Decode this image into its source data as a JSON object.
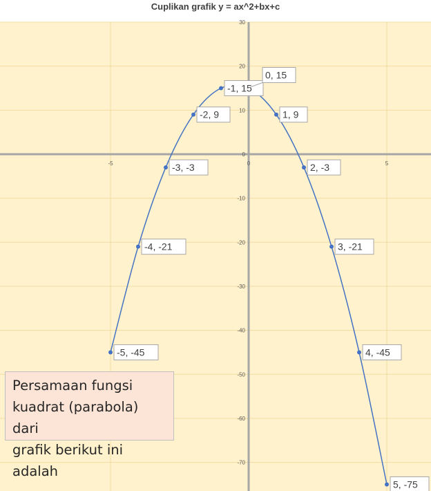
{
  "chart_data": {
    "type": "line",
    "title": "Cuplikan grafik y = ax^2+bx+c",
    "xlabel": "",
    "ylabel": "",
    "xlim": [
      -9,
      6.6
    ],
    "ylim": [
      -76.5,
      30
    ],
    "x_ticks": [
      -5,
      0,
      5
    ],
    "y_ticks": [
      30,
      20,
      10,
      0,
      -10,
      -20,
      -30,
      -40,
      -50,
      -60,
      -70
    ],
    "grid": true,
    "legend": "none",
    "colors": {
      "plot_bg": "#fff2cc",
      "line": "#4472c4",
      "axis": "#a6a6a6",
      "grid": "#f2dca4"
    },
    "series": [
      {
        "points": [
          {
            "x": -5,
            "y": -45,
            "label": "-5, -45"
          },
          {
            "x": -4,
            "y": -21,
            "label": "-4, -21"
          },
          {
            "x": -3,
            "y": -3,
            "label": "-3, -3"
          },
          {
            "x": -2,
            "y": 9,
            "label": "-2, 9"
          },
          {
            "x": -1,
            "y": 15,
            "label": "-1, 15"
          },
          {
            "x": 0,
            "y": 15,
            "label": "0, 15"
          },
          {
            "x": 1,
            "y": 9,
            "label": "1, 9"
          },
          {
            "x": 2,
            "y": -3,
            "label": "2, -3"
          },
          {
            "x": 3,
            "y": -21,
            "label": "3, -21"
          },
          {
            "x": 4,
            "y": -45,
            "label": "4, -45"
          },
          {
            "x": 5,
            "y": -75,
            "label": "5, -75"
          }
        ]
      }
    ]
  },
  "question": {
    "line1": "Persamaan fungsi",
    "line2": "kuadrat (parabola) dari",
    "line3": "grafik berikut ini adalah"
  }
}
